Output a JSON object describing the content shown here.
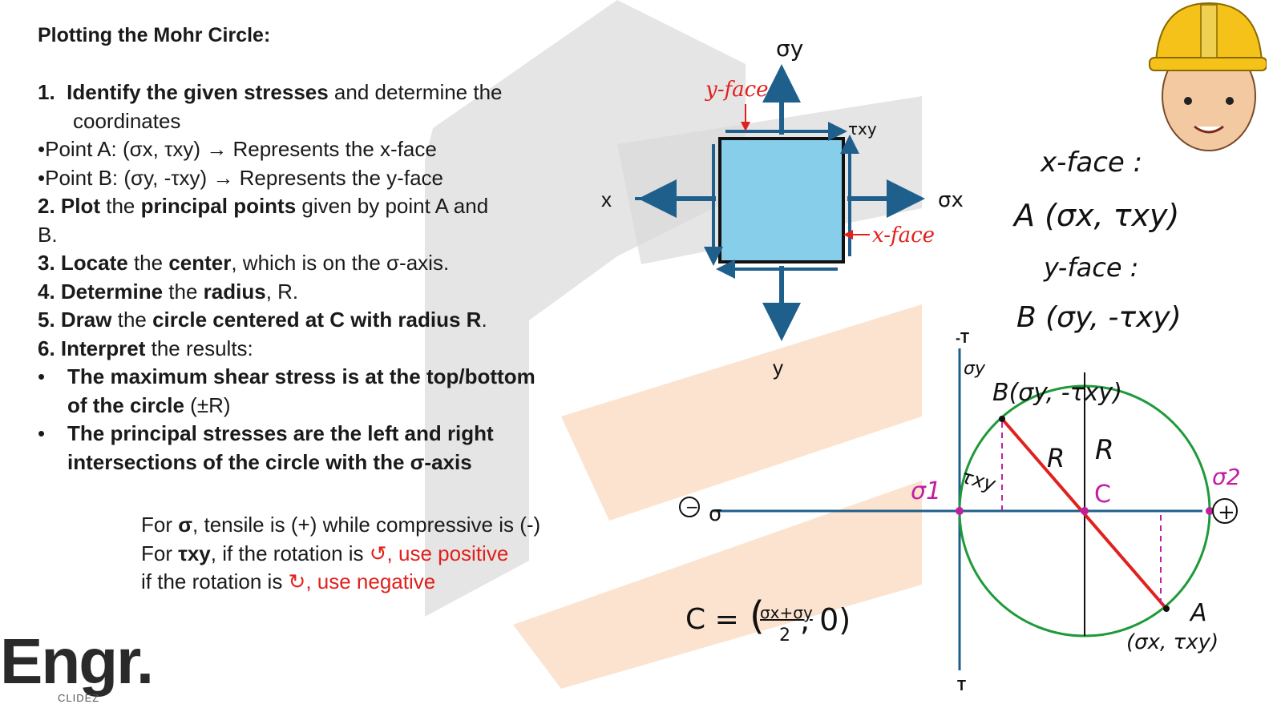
{
  "title": "Plotting the Mohr Circle:",
  "steps": {
    "s1_num": "1.",
    "s1_bold": "Identify the given stresses",
    "s1_rest": " and determine the",
    "s1_cont": "coordinates",
    "pointA": "•Point A: (σx, τxy) → Represents the x-face",
    "pointB": "•Point B: (σy, -τxy) → Represents the y-face",
    "s2_b1": "2. Plot",
    "s2_t1": " the ",
    "s2_b2": "principal points",
    "s2_t2": " given by point A and",
    "s2_cont": "B.",
    "s3_b1": "3. Locate",
    "s3_t1": " the ",
    "s3_b2": "center",
    "s3_t2": ", which is on the σ-axis.",
    "s4_b1": "4. Determine",
    "s4_t1": " the ",
    "s4_b2": "radius",
    "s4_t2": ", R.",
    "s5_b1": "5. Draw",
    "s5_t1": " the ",
    "s5_b2": "circle centered at C with radius R",
    "s5_t2": ".",
    "s6_b1": "6. Interpret",
    "s6_t1": " the results:",
    "bullet1": "The maximum shear stress is at the top/bottom of the circle",
    "bullet1_tail": " (±R)",
    "bullet2": "The principal stresses are the left and right intersections of the circle with the σ-axis",
    "bullet_mark": "•"
  },
  "notes": {
    "l1_a": "For ",
    "l1_b": "σ",
    "l1_c": ", tensile is (+) while compressive is (-)",
    "l2_a": "For ",
    "l2_b": "τxy",
    "l2_c": ", if the rotation is ",
    "l2_red": "↺, use positive",
    "l3_a": "if the rotation is ",
    "l3_red": "↻, use negative"
  },
  "element": {
    "sigma_y": "σy",
    "tau_xy": "τxy",
    "sigma_x": "σx",
    "x_axis": "x",
    "y_axis": "y",
    "y_face": "y-face",
    "x_face": "x-face"
  },
  "handnotes": {
    "xface": "x-face :",
    "A": "A (σx, τxy)",
    "yface": "y-face :",
    "B": "B (σy, -τxy)"
  },
  "mohr": {
    "neg_tau": "-T",
    "pos_tau": "T",
    "sigma": "σ",
    "minus": "−",
    "plus": "+",
    "sigma1": "σ1",
    "sigma2": "σ2",
    "center": "C",
    "R1": "R",
    "R2": "R",
    "txy": "τxy",
    "pointB": "B(σy, -τxy)",
    "sy_tick": "σy",
    "pointA": "A",
    "pointA_coords": "(σx, τxy)",
    "C_formula": "C = ( σx+σy / 2 , 0 )",
    "C_eq": "C =",
    "C_num": "σx+σy",
    "C_den": "2",
    "C_zero": ", 0)"
  },
  "logo": {
    "text": "Engr.",
    "sub": "CLIDEZ"
  },
  "colors": {
    "element_fill": "#87ceeb",
    "arrow": "#1f5f8b",
    "circle": "#1e9a3a",
    "diameter": "#e0211d",
    "ink_red": "#e0211d",
    "pink": "#c020a0",
    "watermark_gray": "#dadada",
    "watermark_orange": "#fbdcc4"
  }
}
